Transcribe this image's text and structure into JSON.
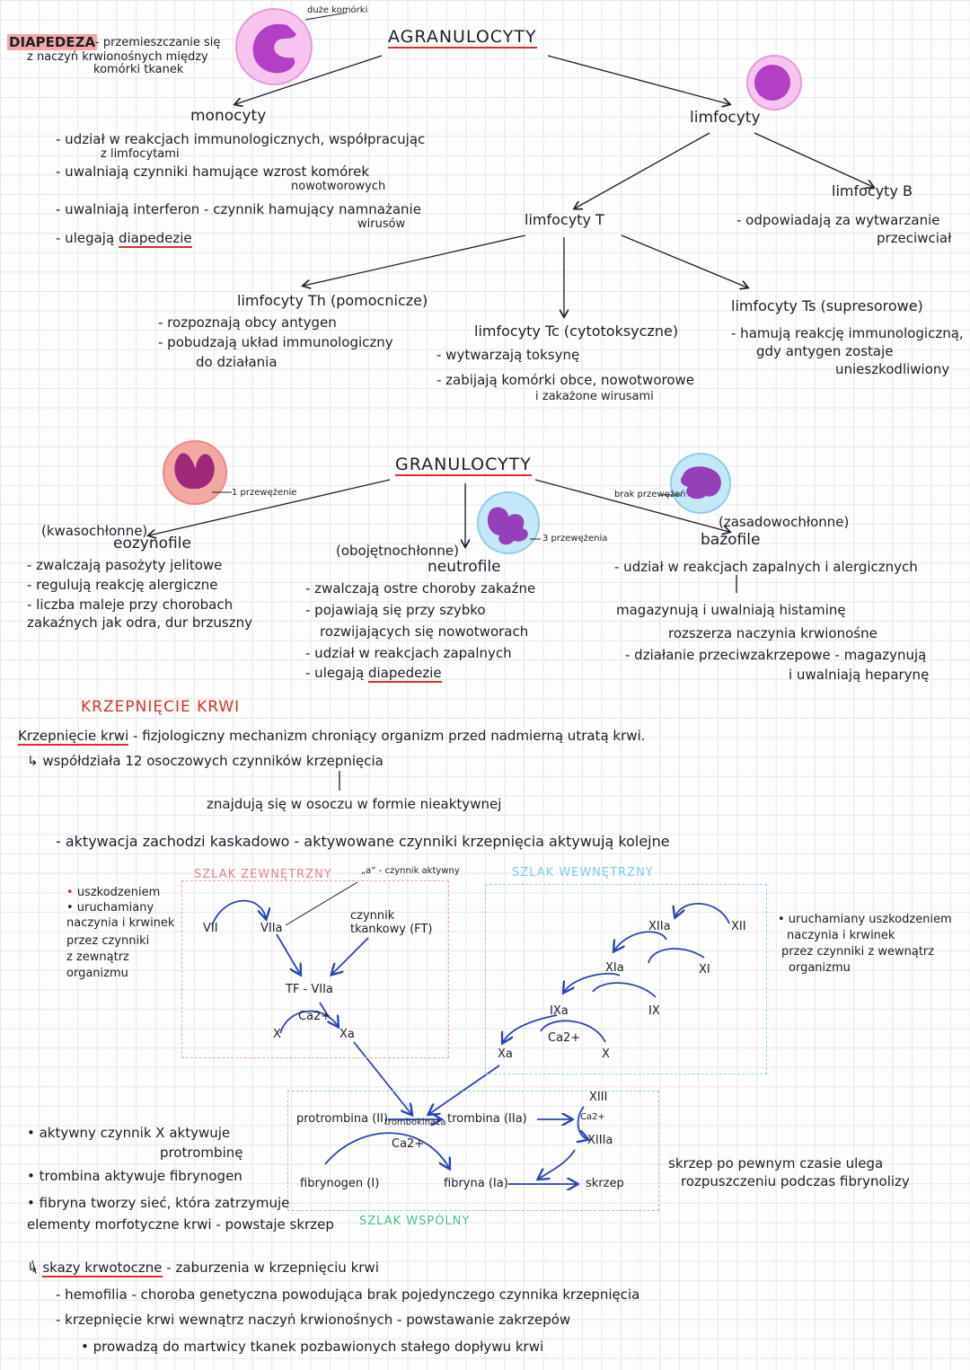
{
  "diapedeza": {
    "term": "DIAPEDEZA",
    "def1": "- przemieszczanie się",
    "def2": "z naczyń krwionośnych między",
    "def3": "komórki tkanek"
  },
  "agranulocyty": {
    "title": "AGRANULOCYTY",
    "cell_note": "duże komórki",
    "monocyty": {
      "title": "monocyty",
      "items": [
        "- udział w reakcjach immunologicznych, współpracując",
        "z limfocytami",
        "- uwalniają czynniki hamujące wzrost komórek",
        "nowotworowych",
        "- uwalniają interferon - czynnik hamujący namnażanie",
        "wirusów",
        "- ulegają"
      ],
      "diapedeza_word": "diapedezie"
    },
    "limfocyty": {
      "title": "limfocyty",
      "b_title": "limfocyty B",
      "b_items": [
        "- odpowiadają za wytwarzanie",
        "przeciwciał"
      ],
      "t_title": "limfocyty T",
      "th_title": "limfocyty Th (pomocnicze)",
      "th_items": [
        "- rozpoznają obcy antygen",
        "- pobudzają układ immunologiczny",
        "do działania"
      ],
      "tc_title": "limfocyty Tc (cytotoksyczne)",
      "tc_items": [
        "- wytwarzają toksynę",
        "- zabijają komórki obce, nowotworowe",
        "i zakażone wirusami"
      ],
      "ts_title": "limfocyty Ts (supresorowe)",
      "ts_items": [
        "- hamują reakcję immunologiczną,",
        "gdy antygen zostaje",
        "unieszkodliwiony"
      ]
    }
  },
  "granulocyty": {
    "title": "GRANULOCYTY",
    "eo_note": "1 przewężenie",
    "neu_note": "3 przewężenia",
    "baso_note": "brak przewężeń",
    "eozynofile": {
      "type": "(kwasochłonne)",
      "title": "eozynofile",
      "items": [
        "- zwalczają pasożyty jelitowe",
        "- regulują reakcję alergiczne",
        "- liczba maleje przy chorobach",
        "zakaźnych jak odra, dur brzuszny"
      ]
    },
    "neutrofile": {
      "type": "(obojętnochłonne)",
      "title": "neutrofile",
      "items": [
        "- zwalczają ostre choroby zakaźne",
        "- pojawiają się przy szybko",
        "rozwijających się nowotworach",
        "- udział w reakcjach zapalnych",
        "- ulegają"
      ],
      "diapedeza_word": "diapedezie"
    },
    "bazofile": {
      "type": "(zasadowochłonne)",
      "title": "bazofile",
      "items": [
        "- udział w reakcjach zapalnych i alergicznych",
        "magazynują i uwalniają histaminę",
        "rozszerza naczynia krwionośne",
        "- działanie przeciwzakrzepowe - magazynują",
        "i uwalniają heparynę"
      ]
    }
  },
  "krzepniecie": {
    "title": "KRZEPNIĘCIE KRWI",
    "def_term": "Krzepnięcie krwi",
    "def_rest": "- fizjologiczny mechanizm chroniący organizm przed nadmierną utratą krwi.",
    "wspol": "↳ współdziała 12 osoczowych czynników krzepnięcia",
    "znajduja": "znajdują się w osoczu w formie nieaktywnej",
    "kaskada": "- aktywacja zachodzi kaskadowo - aktywowane czynniki krzepnięcia aktywują kolejne",
    "zewn_label": "SZLAK ZEWNĘTRZNY",
    "wewn_label": "SZLAK WEWNĘTRZNY",
    "wspolny_label": "SZLAK WSPÓLNY",
    "a_note": "„a” - czynnik aktywny",
    "zewn_note": [
      "• uruchamiany",
      "uszkodzeniem",
      "naczynia i krwinek",
      "przez czynniki",
      "z zewnątrz",
      "organizmu"
    ],
    "wewn_note": [
      "• uruchamiany uszkodzeniem",
      "naczynia i krwinek",
      "przez czynniki z wewnątrz",
      "organizmu"
    ],
    "factors": {
      "VII": "VII",
      "VIIa": "VIIa",
      "FT": "czynnik tkankowy (FT)",
      "TFVIIa": "TF - VIIa",
      "Ca": "Ca2+",
      "X": "X",
      "Xa": "Xa",
      "XII": "XII",
      "XIIa": "XIIa",
      "XI": "XI",
      "XIa": "XIa",
      "IX": "IX",
      "IXa": "IXa",
      "XIII": "XIII",
      "XIIIa": "XIIIa",
      "protrombina": "protrombina (II)",
      "trombokinaza": "trombokinaza",
      "trombina": "trombina (IIa)",
      "fibrynogen": "fibrynogen (I)",
      "fibryna": "fibryna (Ia)",
      "skrzep": "skrzep"
    },
    "bullets": [
      "• aktywny czynnik X aktywuje",
      "protrombinę",
      "• trombina aktywuje fibrynogen",
      "• fibryna tworzy sieć, która zatrzymuje",
      "elementy morfotyczne krwi - powstaje skrzep"
    ],
    "skrzep_note": [
      "skrzep po pewnym czasie ulega",
      "rozpuszczeniu podczas fibrynolizy"
    ],
    "skazy_term": "skazy krwotoczne",
    "skazy_rest": "- zaburzenia w krzepnięciu krwi",
    "skazy_items": [
      "- hemofilia - choroba genetyczna powodująca brak pojedynczego czynnika krzepnięcia",
      "- krzepnięcie krwi wewnątrz naczyń krwionośnych - powstawanie zakrzepów",
      "• prowadzą do martwicy tkanek pozbawionych stałego dopływu krwi"
    ]
  },
  "colors": {
    "accent_red": "#d8302c",
    "arrow_blue": "#2a43b8",
    "cell_purple": "#b23fc4",
    "zewn_box": "#f0a7a0",
    "wewn_box": "#8fd3ef",
    "wspolny_box": "#8ed8a6"
  }
}
